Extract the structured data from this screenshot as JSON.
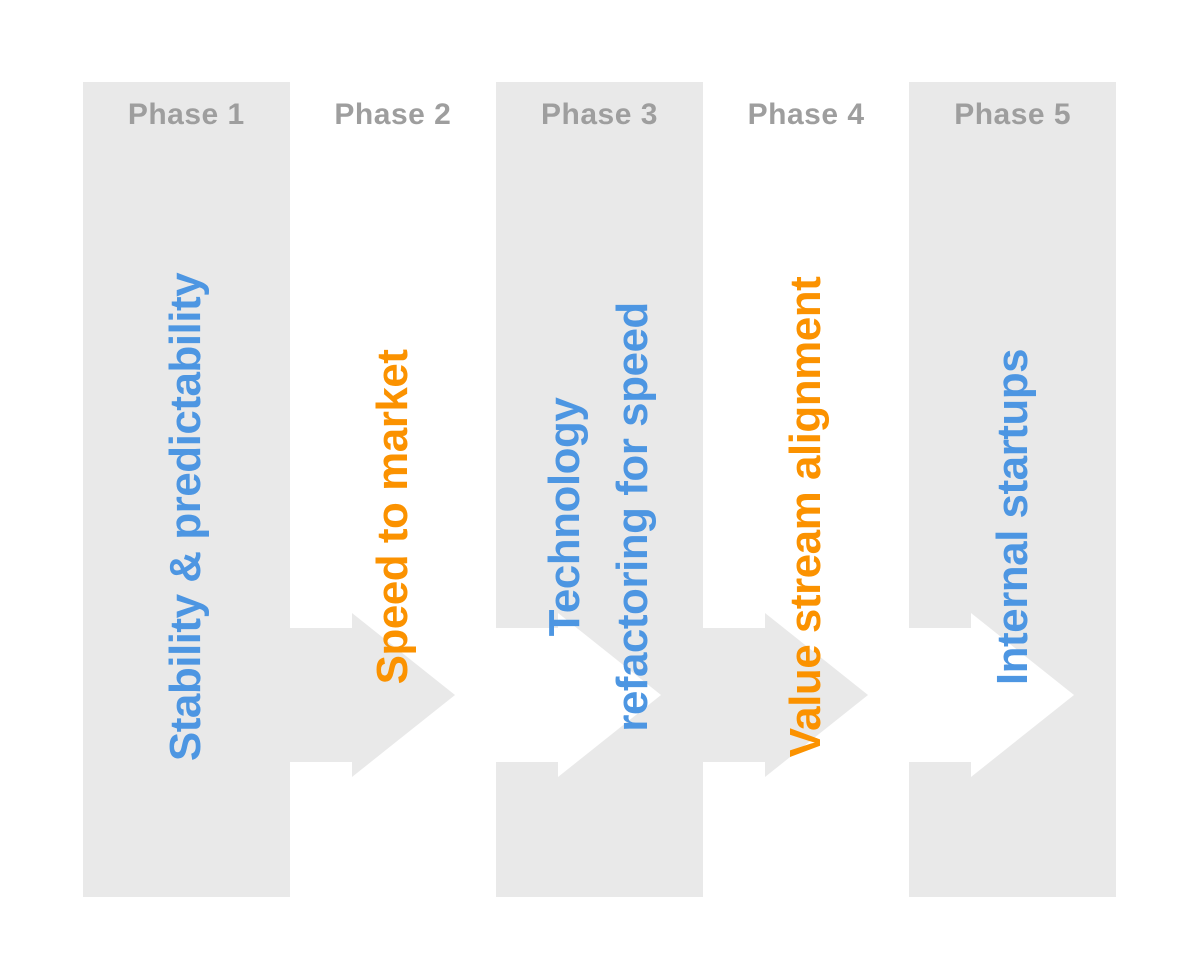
{
  "colors": {
    "background": "#ffffff",
    "band_gray": "#e9e9e9",
    "phase_label_gray": "#9e9e9e",
    "title_blue": "#4d96e2",
    "title_orange": "#fb9200",
    "arrow_on_white": "#e9e9e9",
    "arrow_on_gray": "#ffffff"
  },
  "phases": [
    {
      "label": "Phase 1",
      "title": "Stability & predictability",
      "title_color": "blue",
      "shaded": true
    },
    {
      "label": "Phase 2",
      "title": "Speed to market",
      "title_color": "orange",
      "shaded": false
    },
    {
      "label": "Phase 3",
      "title": "Technology\nrefactoring for speed",
      "title_color": "blue",
      "shaded": true
    },
    {
      "label": "Phase 4",
      "title": "Value stream alignment",
      "title_color": "orange",
      "shaded": false
    },
    {
      "label": "Phase 5",
      "title": "Internal startups",
      "title_color": "blue",
      "shaded": true
    }
  ]
}
